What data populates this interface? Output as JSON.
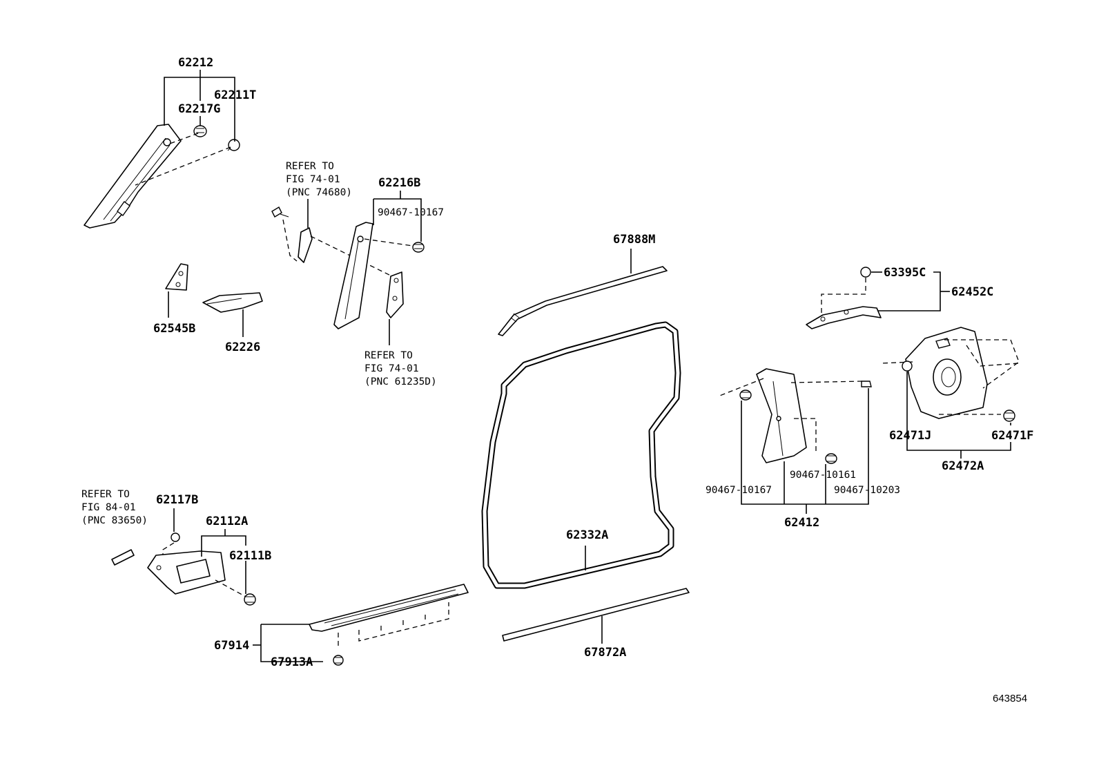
{
  "labels": {
    "p62212": "62212",
    "p62211T": "62211T",
    "p62217G": "62217G",
    "p62216B": "62216B",
    "p90467_10167_top": "90467-10167",
    "p67888M": "67888M",
    "p62545B": "62545B",
    "p62226": "62226",
    "p63395C": "63395C",
    "p62452C": "62452C",
    "p62471J": "62471J",
    "p62471F": "62471F",
    "p62472A": "62472A",
    "p90467_10161": "90467-10161",
    "p90467_10167_right": "90467-10167",
    "p90467_10203": "90467-10203",
    "p62412": "62412",
    "p62332A": "62332A",
    "p62117B": "62117B",
    "p62112A": "62112A",
    "p62111B": "62111B",
    "p67914": "67914",
    "p67913A": "67913A",
    "p67872A": "67872A"
  },
  "notes": {
    "ref1": [
      "REFER TO",
      "FIG 74-01",
      "(PNC 74680)"
    ],
    "ref2": [
      "REFER TO",
      "FIG 74-01",
      "(PNC 61235D)"
    ],
    "ref3": [
      "REFER TO",
      "FIG 84-01",
      "(PNC 83650)"
    ]
  },
  "figure_number": "643854"
}
